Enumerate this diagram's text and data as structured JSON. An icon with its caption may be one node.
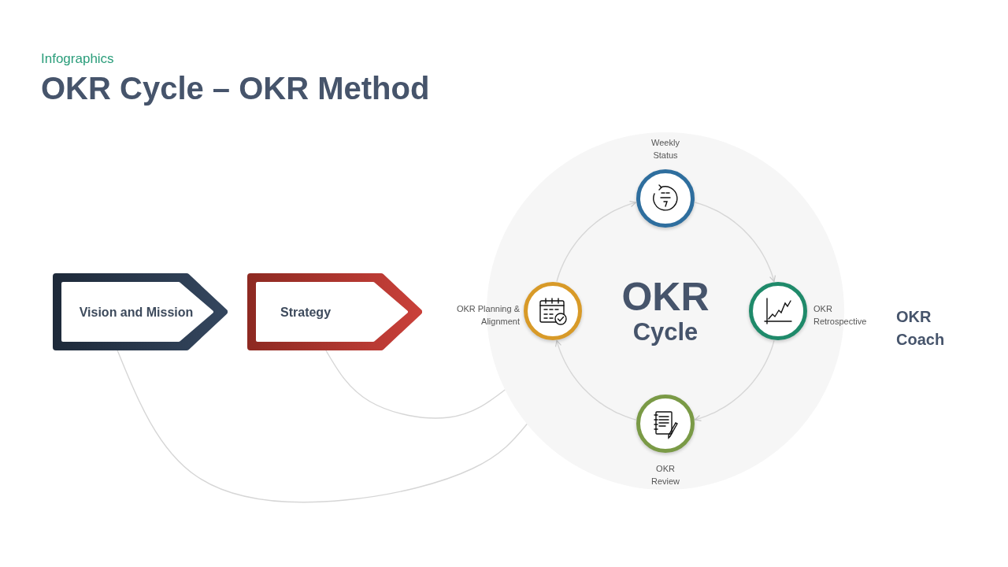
{
  "diagram": {
    "title": "OKR Cycle – OKR Method",
    "nodes": [
      {
        "text": [
          "Vision and Mission"
        ]
      },
      {
        "text": [
          "Strategy"
        ]
      },
      {
        "text": [
          "OKR",
          "Cycle"
        ]
      },
      {
        "text": [
          "Weekly Status"
        ],
        "in": 2
      },
      {
        "text": [
          "OKR Retrospective"
        ],
        "in": 2
      },
      {
        "text": [
          "OKR Review"
        ],
        "in": 2
      },
      {
        "text": [
          "OKR Planning & Alignment"
        ],
        "in": 2
      }
    ],
    "edges": [
      {
        "from": 3,
        "to": 4,
        "arrow": "to"
      },
      {
        "from": 4,
        "to": 5,
        "arrow": "to"
      },
      {
        "from": 5,
        "to": 6,
        "arrow": "to"
      },
      {
        "from": 6,
        "to": 3,
        "arrow": "to"
      },
      {
        "from": 0,
        "to": 2,
        "arrow": "none"
      },
      {
        "from": 1,
        "to": 2,
        "arrow": "none"
      }
    ],
    "labels": [
      "Infographics",
      "OKR Coach"
    ]
  }
}
